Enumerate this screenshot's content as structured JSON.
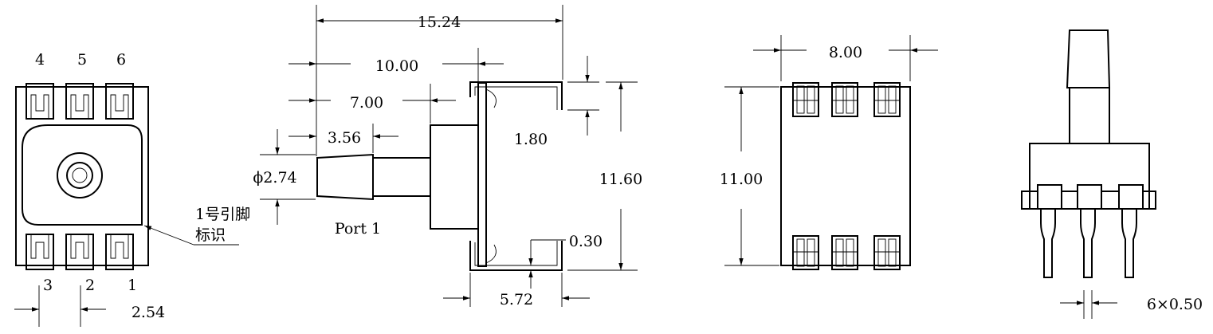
{
  "top_view": {
    "pins_top": [
      "4",
      "5",
      "6"
    ],
    "pins_bottom": [
      "3",
      "2",
      "1"
    ],
    "pitch": "2.54",
    "pin1_note_line1": "1号引脚",
    "pin1_note_line2": "标识"
  },
  "side_view": {
    "dims": {
      "d15_24": "15.24",
      "d10_00": "10.00",
      "d7_00": "7.00",
      "d3_56": "3.56",
      "d1_80": "1.80",
      "dia": "ϕ2.74",
      "d11_60": "11.60",
      "d0_30": "0.30",
      "d5_72": "5.72"
    },
    "port_label": "Port 1"
  },
  "bottom_view": {
    "width": "8.00",
    "height": "11.00"
  },
  "end_view": {
    "leads": "6×0.50"
  }
}
